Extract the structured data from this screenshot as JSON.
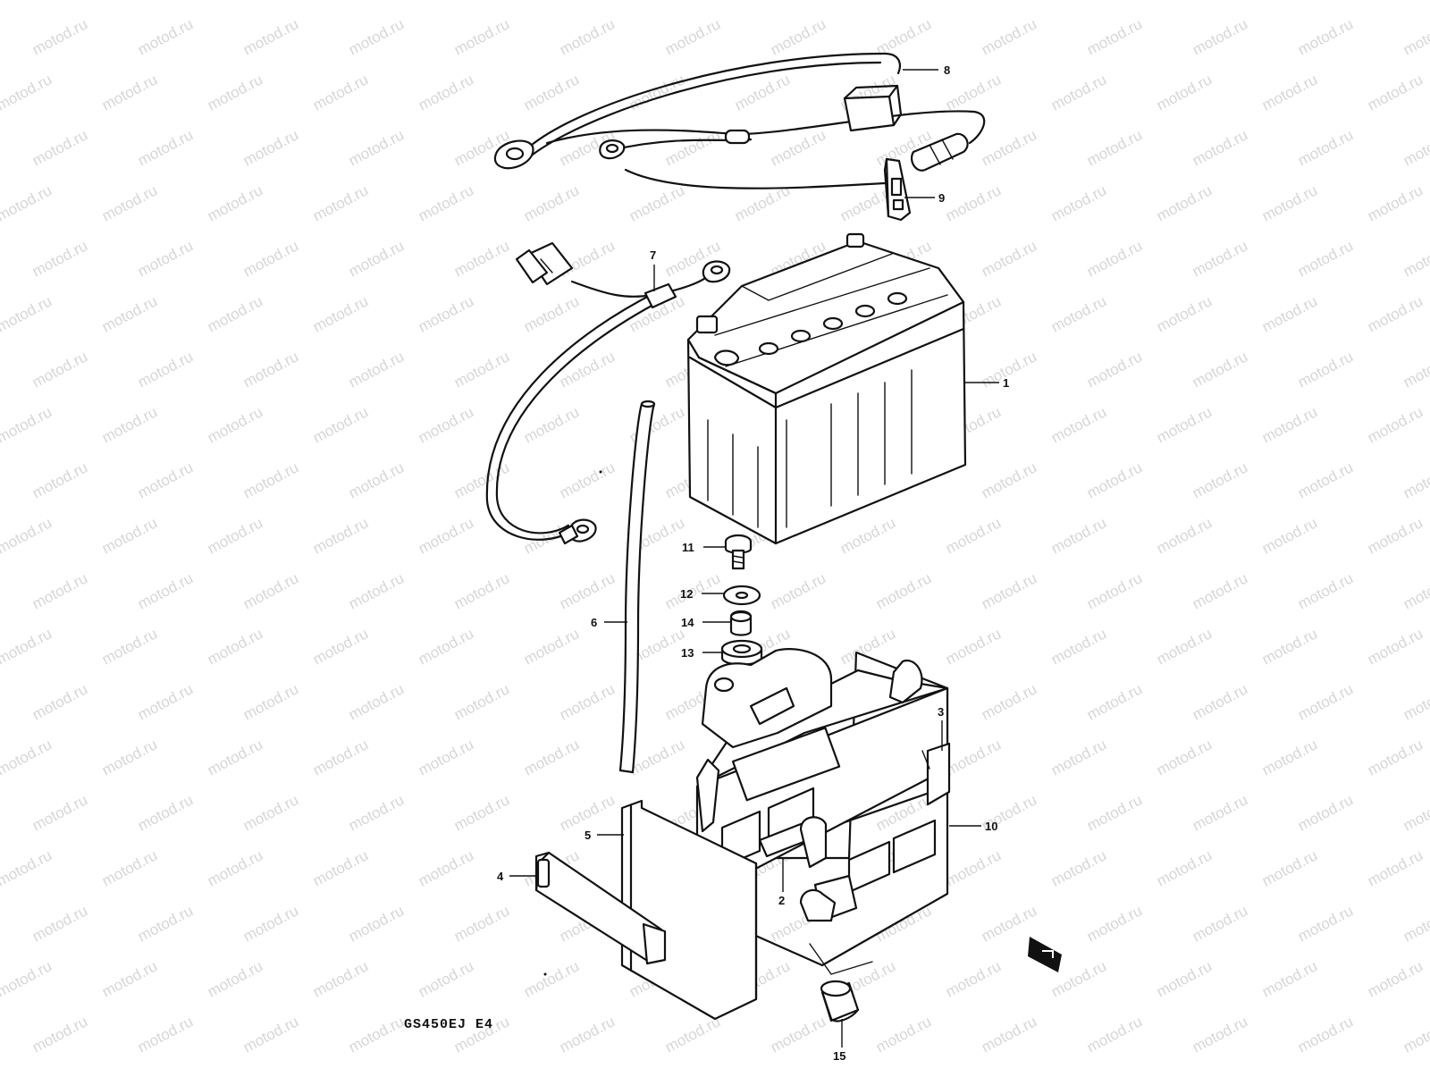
{
  "watermark": {
    "text": "motod.ru"
  },
  "footer": {
    "model_code": "GS450EJ E4"
  },
  "callouts": [
    {
      "id": "1",
      "label": "1",
      "part": "battery"
    },
    {
      "id": "2",
      "label": "2",
      "part": "battery-tray-pad"
    },
    {
      "id": "3",
      "label": "3",
      "part": "tray-cushion"
    },
    {
      "id": "4",
      "label": "4",
      "part": "battery-band"
    },
    {
      "id": "5",
      "label": "5",
      "part": "battery-cover-plate"
    },
    {
      "id": "6",
      "label": "6",
      "part": "breather-hose"
    },
    {
      "id": "7",
      "label": "7",
      "part": "negative-cable"
    },
    {
      "id": "8",
      "label": "8",
      "part": "starter-relay-harness"
    },
    {
      "id": "9",
      "label": "9",
      "part": "fuse-holder-bracket"
    },
    {
      "id": "10",
      "label": "10",
      "part": "battery-holder"
    },
    {
      "id": "11",
      "label": "11",
      "part": "bolt"
    },
    {
      "id": "12",
      "label": "12",
      "part": "washer"
    },
    {
      "id": "13",
      "label": "13",
      "part": "cushion"
    },
    {
      "id": "14",
      "label": "14",
      "part": "spacer"
    },
    {
      "id": "15",
      "label": "15",
      "part": "collar"
    }
  ],
  "icons": {
    "front_arrow": "front-direction-icon"
  },
  "colors": {
    "ink": "#111111",
    "watermark": "#d6d6d6",
    "background": "#ffffff"
  }
}
